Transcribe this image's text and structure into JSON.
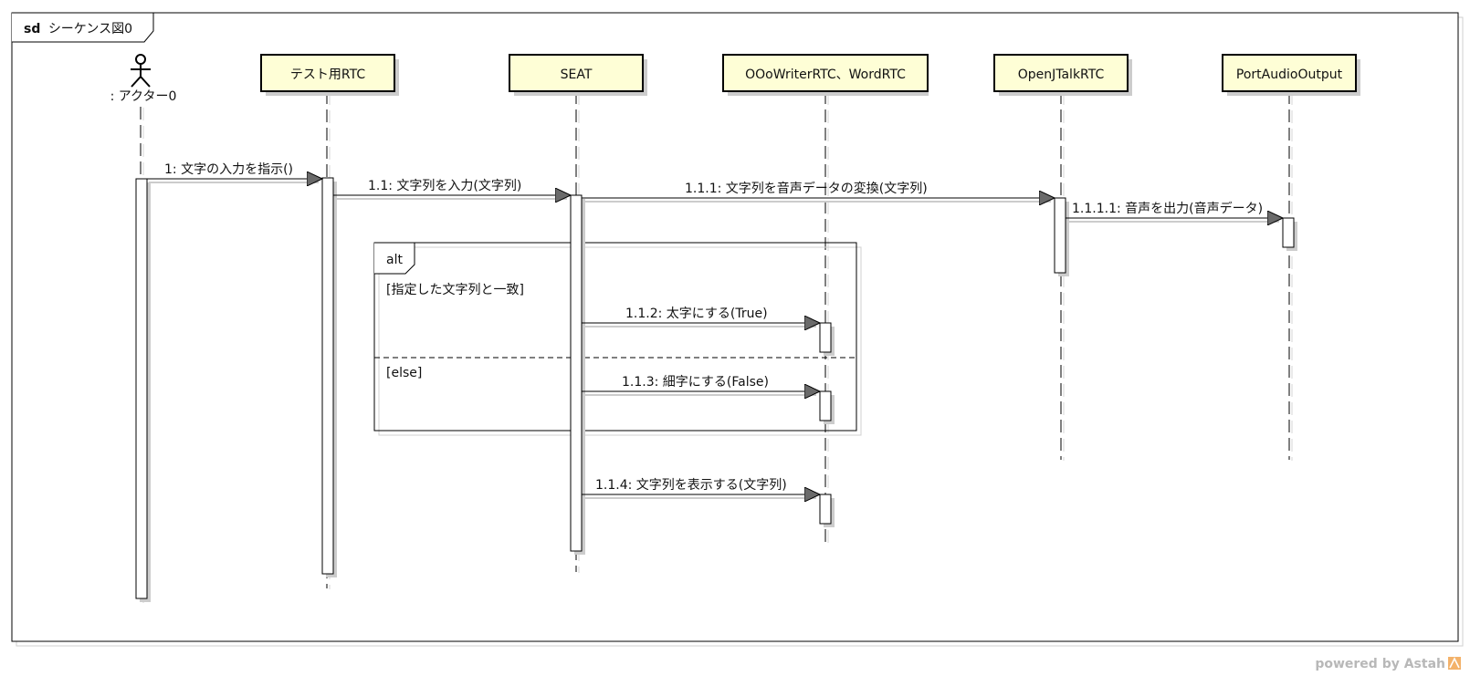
{
  "frame": {
    "keyword": "sd",
    "name": "シーケンス図0"
  },
  "actor": {
    "label": ": アクター0"
  },
  "lifelines": [
    {
      "id": "test",
      "label": "テスト用RTC"
    },
    {
      "id": "seat",
      "label": "SEAT"
    },
    {
      "id": "writer",
      "label": "OOoWriterRTC、WordRTC"
    },
    {
      "id": "jtalk",
      "label": "OpenJTalkRTC"
    },
    {
      "id": "audio",
      "label": "PortAudioOutput"
    }
  ],
  "messages": [
    {
      "id": "m1",
      "label": "1: 文字の入力を指示()"
    },
    {
      "id": "m11",
      "label": "1.1: 文字列を入力(文字列)"
    },
    {
      "id": "m111",
      "label": "1.1.1: 文字列を音声データの変換(文字列)"
    },
    {
      "id": "m1111",
      "label": "1.1.1.1: 音声を出力(音声データ)"
    },
    {
      "id": "m112",
      "label": "1.1.2: 太字にする(True)"
    },
    {
      "id": "m113",
      "label": "1.1.3: 細字にする(False)"
    },
    {
      "id": "m114",
      "label": "1.1.4: 文字列を表示する(文字列)"
    }
  ],
  "fragment": {
    "operator": "alt",
    "guards": [
      "[指定した文字列と一致]",
      "[else]"
    ]
  },
  "watermark": {
    "prefix": "powered by ",
    "brand": "Astah"
  },
  "colors": {
    "lifeline_fill": "#fefed6",
    "shadow": "#cccccc",
    "arrow_fill": "#6a6a6a",
    "line": "#000000"
  }
}
